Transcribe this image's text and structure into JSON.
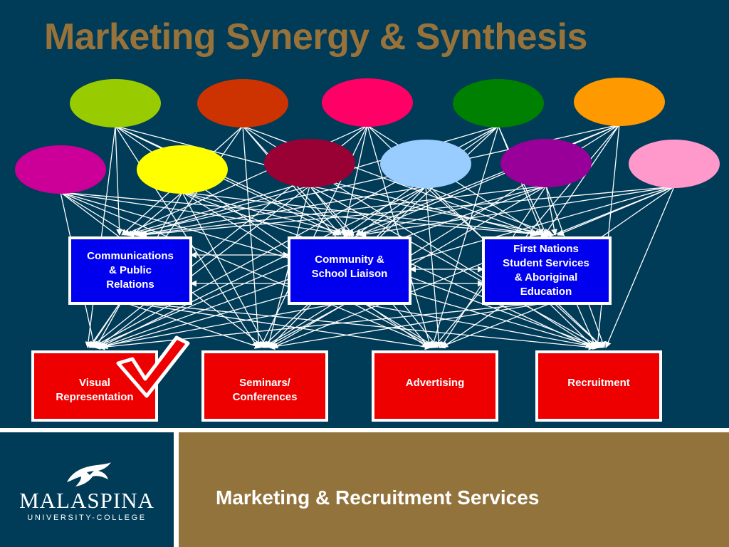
{
  "slide": {
    "title": "Marketing Synergy & Synthesis",
    "footer_text": "Marketing & Recruitment Services",
    "logo": {
      "name": "MALASPINA",
      "subtitle": "UNIVERSITY-COLLEGE",
      "icon": "eagle-icon"
    }
  },
  "colors": {
    "background": "#003b57",
    "title": "#97723a",
    "footer_band": "#93733c",
    "arrow": "#ffffff",
    "blue_box": "#0000ee",
    "red_box": "#ee0000",
    "checkmark": "#ee0000"
  },
  "ovals": [
    {
      "id": "oval-1",
      "color": "#99cc00"
    },
    {
      "id": "oval-2",
      "color": "#cc3300"
    },
    {
      "id": "oval-3",
      "color": "#ff0066"
    },
    {
      "id": "oval-4",
      "color": "#008000"
    },
    {
      "id": "oval-5",
      "color": "#ff9900"
    },
    {
      "id": "oval-6",
      "color": "#cc0099"
    },
    {
      "id": "oval-7",
      "color": "#ffff00"
    },
    {
      "id": "oval-8",
      "color": "#990033"
    },
    {
      "id": "oval-9",
      "color": "#99ccff"
    },
    {
      "id": "oval-10",
      "color": "#990099"
    },
    {
      "id": "oval-11",
      "color": "#ff99cc"
    }
  ],
  "blue_boxes": [
    {
      "id": "communications",
      "label": "Communications\n& Public\nRelations"
    },
    {
      "id": "community",
      "label": "Community &\nSchool Liaison"
    },
    {
      "id": "first-nations",
      "label": "First Nations\nStudent Services\n& Aboriginal\nEducation"
    }
  ],
  "red_boxes": [
    {
      "id": "visual",
      "label": "Visual\nRepresentation",
      "checked": true
    },
    {
      "id": "seminars",
      "label": "Seminars/\nConferences",
      "checked": false
    },
    {
      "id": "advertising",
      "label": "Advertising",
      "checked": false
    },
    {
      "id": "recruitment",
      "label": "Recruitment",
      "checked": false
    }
  ]
}
